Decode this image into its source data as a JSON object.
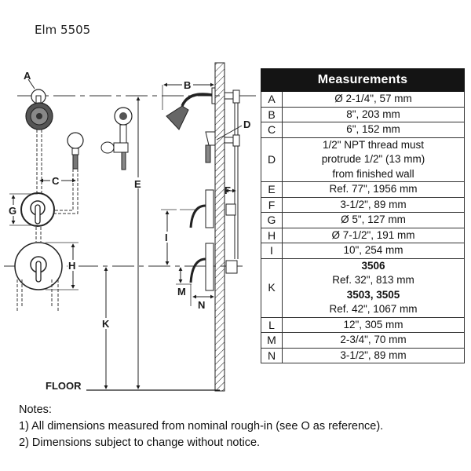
{
  "title": "Elm 5505",
  "diagram": {
    "labels": {
      "A": "A",
      "B": "B",
      "C": "C",
      "D": "D",
      "E": "E",
      "F": "F",
      "G": "G",
      "H": "H",
      "I": "I",
      "K": "K",
      "M": "M",
      "N": "N",
      "floor": "FLOOR"
    }
  },
  "table": {
    "header": "Measurements",
    "rows": [
      {
        "key": "A",
        "lines": [
          {
            "text": "Ø 2-1/4\", 57 mm"
          }
        ]
      },
      {
        "key": "B",
        "lines": [
          {
            "text": "8\", 203 mm"
          }
        ]
      },
      {
        "key": "C",
        "lines": [
          {
            "text": "6\", 152 mm"
          }
        ]
      },
      {
        "key": "D",
        "lines": [
          {
            "text": "1/2\" NPT thread must"
          },
          {
            "text": "protrude 1/2\" (13 mm)"
          },
          {
            "text": "from finished wall"
          }
        ]
      },
      {
        "key": "E",
        "lines": [
          {
            "text": "Ref. 77\", 1956 mm"
          }
        ]
      },
      {
        "key": "F",
        "lines": [
          {
            "text": "3-1/2\", 89 mm"
          }
        ]
      },
      {
        "key": "G",
        "lines": [
          {
            "text": "Ø 5\", 127 mm"
          }
        ]
      },
      {
        "key": "H",
        "lines": [
          {
            "text": "Ø 7-1/2\", 191 mm"
          }
        ]
      },
      {
        "key": "I",
        "lines": [
          {
            "text": "10\", 254 mm"
          }
        ]
      },
      {
        "key": "K",
        "lines": [
          {
            "text": "3506",
            "bold": true
          },
          {
            "text": "Ref. 32\", 813 mm"
          },
          {
            "text": "3503, 3505",
            "bold": true
          },
          {
            "text": "Ref. 42\", 1067 mm"
          }
        ]
      },
      {
        "key": "L",
        "lines": [
          {
            "text": "12\", 305 mm"
          }
        ]
      },
      {
        "key": "M",
        "lines": [
          {
            "text": "2-3/4\", 70 mm"
          }
        ]
      },
      {
        "key": "N",
        "lines": [
          {
            "text": "3-1/2\", 89 mm"
          }
        ]
      }
    ]
  },
  "notes": {
    "heading": "Notes:",
    "items": [
      "1) All dimensions measured from nominal rough-in (see O as reference).",
      "2) Dimensions subject to change without notice."
    ]
  },
  "colors": {
    "header_bg": "#141414",
    "header_text": "#ffffff",
    "line": "#1a1a1a"
  }
}
